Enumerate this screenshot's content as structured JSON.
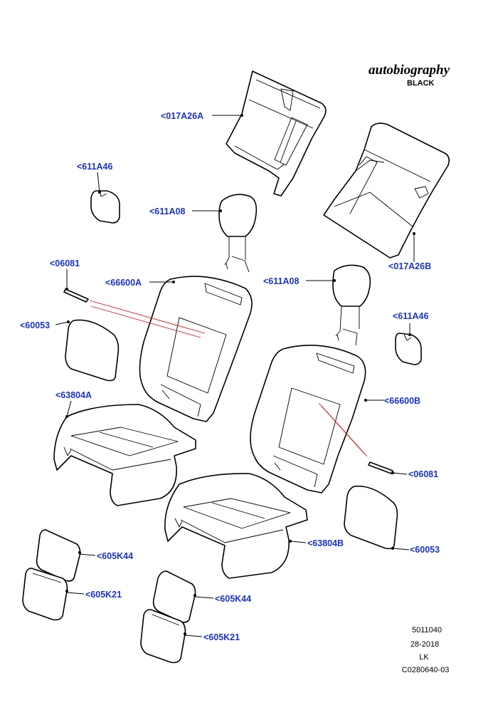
{
  "brand": {
    "title": "autobiography",
    "subtitle": "BLACK"
  },
  "labels": {
    "frame_a": "<017A26A",
    "frame_b": "<017A26B",
    "bracket_l": "<611A46",
    "bracket_r": "<611A46",
    "headrest_l": "<611A08",
    "headrest_r": "<611A08",
    "strip_l": "<06081",
    "strip_r": "<06081",
    "back_a": "<66600A",
    "back_b": "<66600B",
    "panel_l": "<60053",
    "panel_r": "<60053",
    "cushion_a": "<63804A",
    "cushion_b": "<63804B",
    "pad44_l": "<605K44",
    "pad21_l": "<605K21",
    "pad44_r": "<605K44",
    "pad21_r": "<605K21"
  },
  "reference": {
    "line1": "5011040",
    "line2": "28-2018",
    "line3": "LK",
    "line4": "C0280640-03"
  },
  "colors": {
    "label": "#1a33c8",
    "line": "#000000",
    "accent": "#e0151b"
  }
}
